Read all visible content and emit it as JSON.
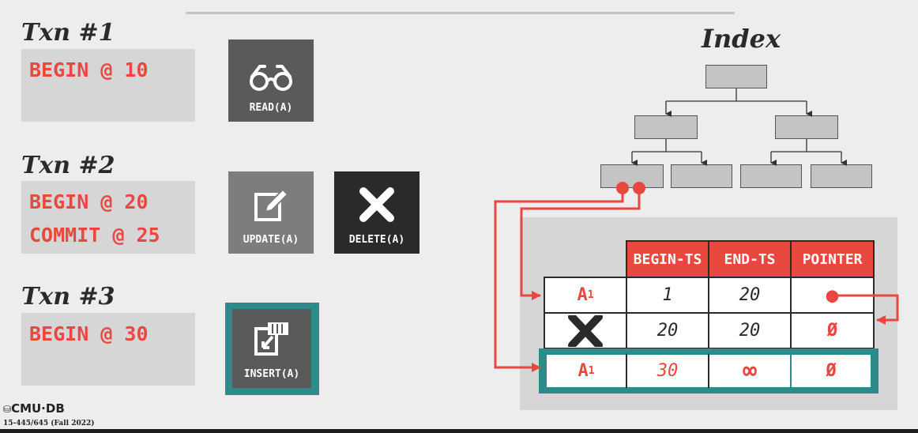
{
  "txns": [
    {
      "title": "Txn #1",
      "lines": [
        "BEGIN @ 10"
      ]
    },
    {
      "title": "Txn #2",
      "lines": [
        "BEGIN @ 20",
        "COMMIT @ 25"
      ]
    },
    {
      "title": "Txn #3",
      "lines": [
        "BEGIN @ 30"
      ]
    }
  ],
  "ops": {
    "read": "READ(A)",
    "update": "UPDATE(A)",
    "delete": "DELETE(A)",
    "insert": "INSERT(A)"
  },
  "index": {
    "title": "Index"
  },
  "table": {
    "headers": [
      "BEGIN-TS",
      "END-TS",
      "POINTER"
    ],
    "rows": [
      {
        "version": "A",
        "sub": "1",
        "begin": "1",
        "end": "20",
        "pointer": "●"
      },
      {
        "version": "",
        "sub": "",
        "begin": "20",
        "end": "20",
        "pointer": "Ø"
      },
      {
        "version": "A",
        "sub": "1",
        "begin": "30",
        "end": "∞",
        "pointer": "Ø"
      }
    ]
  },
  "footer": {
    "logo": "CMU·DB",
    "course": "15-445/645 (Fall 2022)"
  },
  "colors": {
    "accent": "#e8483f",
    "highlight": "#2e8b8b",
    "dark": "#2a2a2a"
  },
  "icons": [
    "glasses-icon",
    "edit-icon",
    "x-icon",
    "insert-icon",
    "database-icon"
  ]
}
